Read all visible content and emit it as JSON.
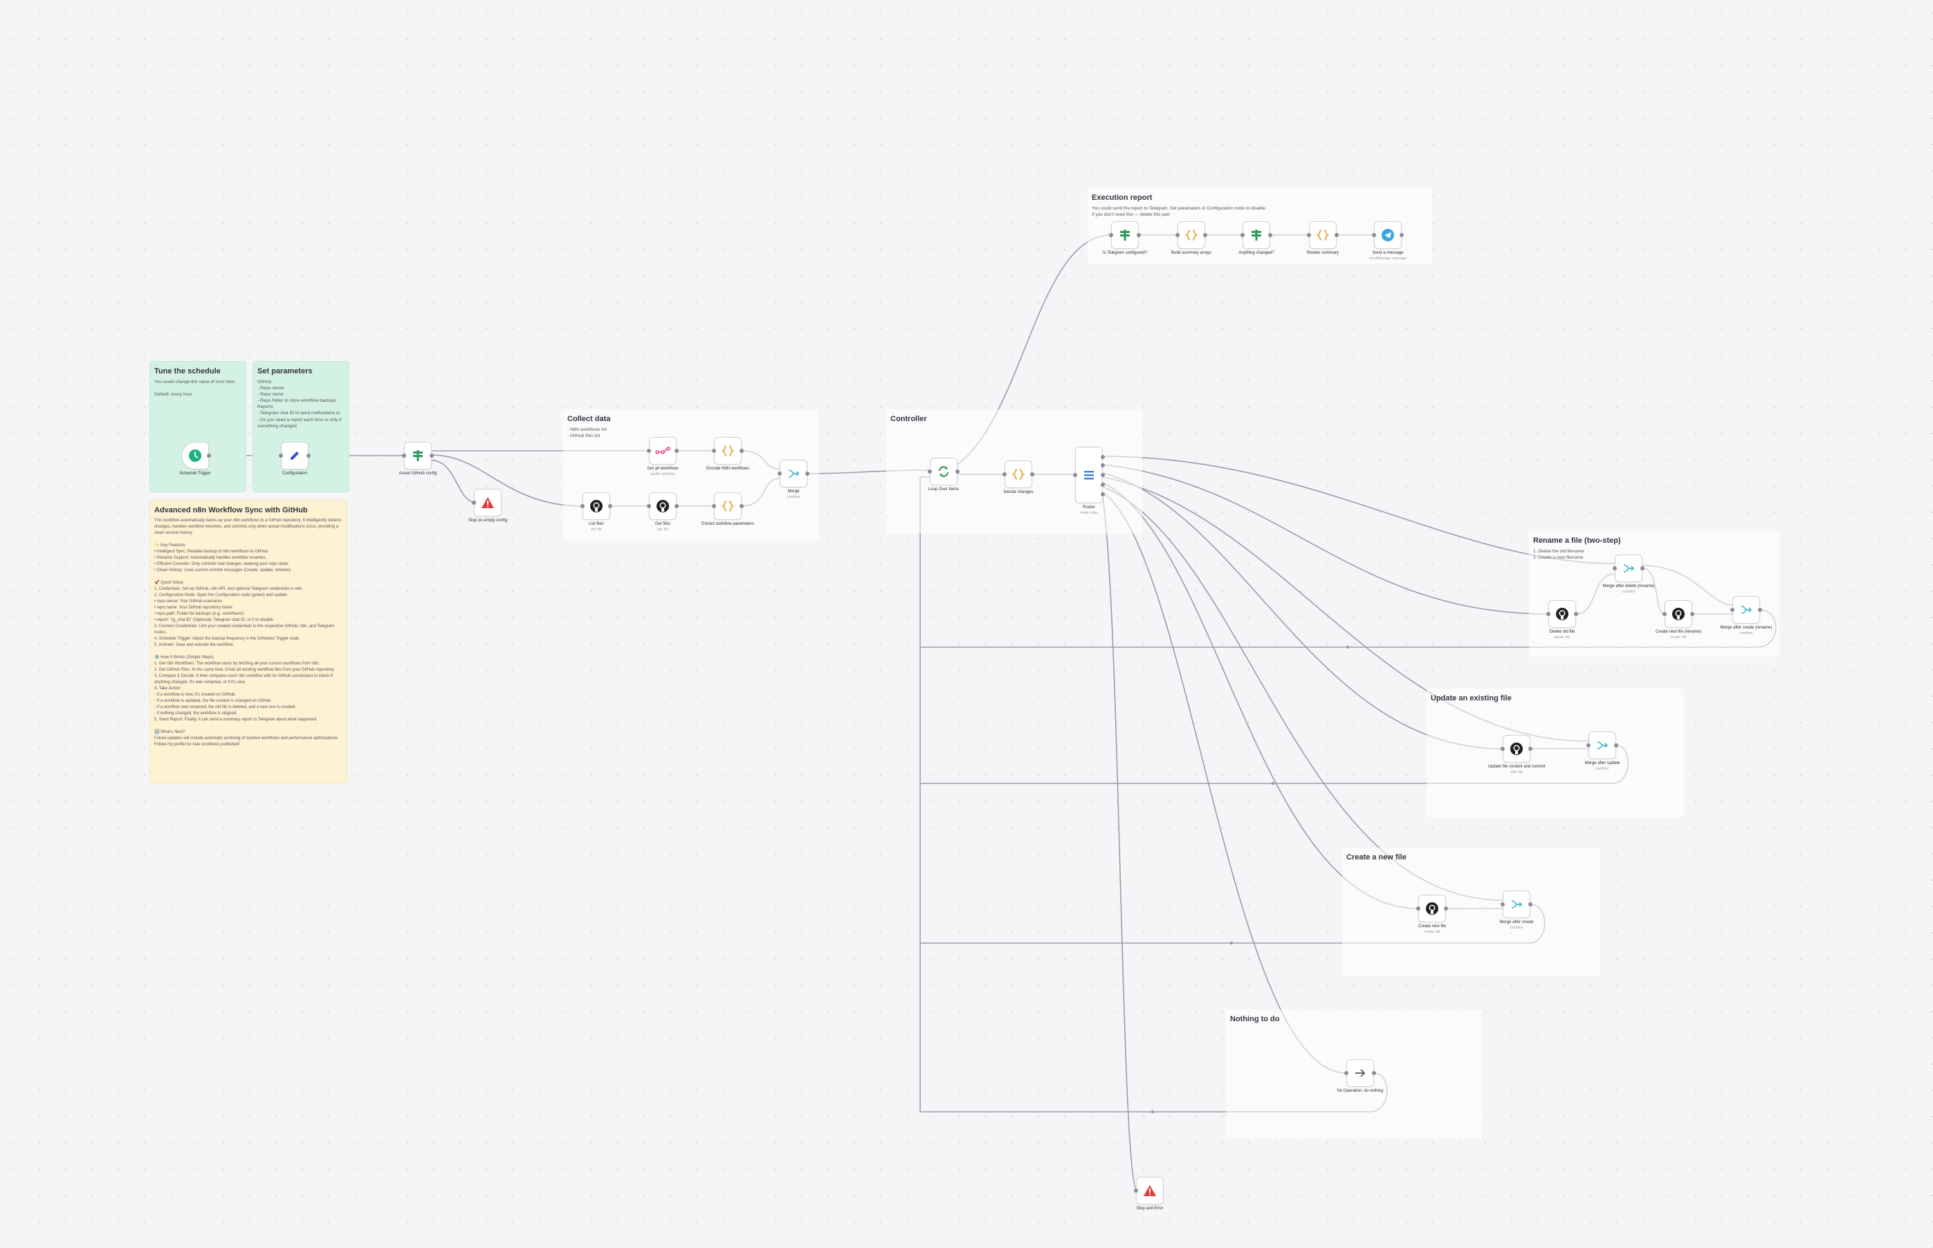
{
  "colors": {
    "canvas_bg": "#f5f5f8",
    "sticky_green": "#d3f2e3",
    "sticky_yellow": "#fdf2d2",
    "edge": "#9b9ba6",
    "node_border": "#cfcfd8",
    "trigger_green": "#20b07a",
    "edit_blue": "#3b53e0",
    "switch_green": "#2a9a5a",
    "code_orange": "#e3a335",
    "merge_teal": "#4fb7c7",
    "github_black": "#1f1f24",
    "error_red": "#e03a3a",
    "loop_green": "#2b8a52",
    "telegram_blue": "#33a6e0",
    "noop_gray": "#55555f",
    "encode_pink": "#e54c75"
  },
  "stickies": {
    "schedule": {
      "title": "Tune the schedule",
      "body": "You could change the value of cron here\n\nDefault: every hour"
    },
    "params": {
      "title": "Set parameters",
      "body": "GitHub\n - Repo owner\n - Repo name\n - Repo folder to store workflow backups\nReports\n - Telegram chat ID to send notifications to\n - Do you need a report each time or only if\n   something changed"
    },
    "collect": {
      "title": "Collect data",
      "body": " - N8N workflows list\n - GitHub files list"
    },
    "controller": {
      "title": "Controller",
      "body": ""
    },
    "report": {
      "title": "Execution report",
      "body": "You could send the report to Telegram. Set parameters in Configuration node to disable.\nIf you don't need this — delete this part"
    },
    "rename": {
      "title": "Rename a file (two-step)",
      "body": "1. Delete the old filename\n2. Create a new filename"
    },
    "update": {
      "title": "Update an existing file",
      "body": ""
    },
    "create": {
      "title": "Create a new file",
      "body": ""
    },
    "nothing": {
      "title": "Nothing to do",
      "body": ""
    },
    "about": {
      "title": "Advanced n8n Workflow Sync with GitHub",
      "body": "This workflow automatically backs up your n8n workflows to a GitHub repository. It intelligently detects changes, handles workflow renames, and commits only when actual modifications occur, providing a clean version history.\n\n✨ Key Features\n • Intelligent Sync: Reliable backup of n8n workflows to GitHub.\n • Rename Support: Automatically handles workflow renames.\n • Efficient Commits: Only commits real changes, keeping your repo clean.\n • Clean History: Uses custom commit messages (Create, update, rename).\n\n🚀 Quick Setup\n 1. Credentials: Set up GitHub, n8n API, and optional Telegram credentials in n8n.\n 2. Configuration Node: Open the Configuration node (green) and update:\n     • repo.owner: Your GitHub username\n     • repo.name: Your GitHub repository name\n     • repo.path: Folder for backups (e.g., workflows/)\n     • report: \"tg_chat ID\" (Optional): Telegram chat ID, or 0 to disable\n 3. Connect Credentials: Link your created credentials to the respective GitHub, n8n, and Telegram nodes.\n 4. Schedule Trigger: Adjust the backup frequency in the Schedule Trigger node.\n 5. Activate: Save and activate the workflow.\n\n⚙️ How It Works (Simple Steps)\n 1. Get n8n Workflows: The workflow starts by fetching all your current workflows from n8n.\n 2. Get GitHub Files: At the same time, it lists all existing workflow files from your GitHub repository.\n 3. Compare & Decide: It then compares each n8n workflow with its GitHub counterpart to check if anything changed. It's was renamed, or if it's new.\n 4. Take Action:\n     ◦ If a workflow is new, it's created on GitHub.\n     ◦ If a workflow is updated, the file content is changed on GitHub.\n     ◦ If a workflow was renamed, the old file is deleted, and a new one is created.\n     ◦ If nothing changed, the workflow is skipped.\n 5. Send Report: Finally, it can send a summary report to Telegram about what happened.\n\n🔜 What's Next?\nFuture updates will include automatic archiving of inactive workflows and performance optimizations. Follow my profile for new workflows published!"
    }
  },
  "nodes": {
    "schedule_trigger": {
      "label": "Schedule Trigger",
      "sub": "",
      "icon": "clock-icon"
    },
    "configuration": {
      "label": "Configuration",
      "sub": "",
      "icon": "pencil-icon"
    },
    "assert_config": {
      "label": "Assert GitHub config",
      "sub": "",
      "icon": "switch-icon"
    },
    "stop_empty": {
      "label": "Stop on empty config",
      "sub": "",
      "icon": "warning-icon"
    },
    "get_workflows": {
      "label": "Get all workflows",
      "sub": "getAll: workflow",
      "icon": "n8n-icon"
    },
    "encode_wf": {
      "label": "Encode N8N workflows",
      "sub": "",
      "icon": "code-icon"
    },
    "list_files": {
      "label": "List files",
      "sub": "list: file",
      "icon": "github-icon"
    },
    "get_files": {
      "label": "Get files",
      "sub": "get: file",
      "icon": "github-icon"
    },
    "extract_params": {
      "label": "Extract workflow parameters",
      "sub": "",
      "icon": "code-icon"
    },
    "merge": {
      "label": "Merge",
      "sub": "combine",
      "icon": "merge-icon"
    },
    "loop": {
      "label": "Loop Over Items",
      "sub": "",
      "icon": "loop-icon"
    },
    "decide": {
      "label": "Decide changes",
      "sub": "",
      "icon": "code-icon"
    },
    "router": {
      "label": "Router",
      "sub": "mode: rules",
      "icon": "router-icon"
    },
    "is_tg": {
      "label": "Is Telegram configured?",
      "sub": "",
      "icon": "switch-icon"
    },
    "build_summary": {
      "label": "Build summary arrays",
      "sub": "",
      "icon": "code-icon"
    },
    "anything_changed": {
      "label": "Anything changed?",
      "sub": "",
      "icon": "switch-icon"
    },
    "render_summary": {
      "label": "Render summary",
      "sub": "",
      "icon": "code-icon"
    },
    "send_message": {
      "label": "Send a message",
      "sub": "sendMessage: message",
      "icon": "telegram-icon"
    },
    "merge_delete": {
      "label": "Merge after delete (rename)",
      "sub": "combine",
      "icon": "merge-icon"
    },
    "delete_old": {
      "label": "Delete old file",
      "sub": "delete: file",
      "icon": "github-icon"
    },
    "create_renamed": {
      "label": "Create new file (rename)",
      "sub": "create: file",
      "icon": "github-icon"
    },
    "merge_create_rename": {
      "label": "Merge after create (rename)",
      "sub": "combine",
      "icon": "merge-icon"
    },
    "update_file": {
      "label": "Update file content and commit",
      "sub": "edit: file",
      "icon": "github-icon"
    },
    "merge_update": {
      "label": "Merge after update",
      "sub": "combine",
      "icon": "merge-icon"
    },
    "create_file": {
      "label": "Create new file",
      "sub": "create: file",
      "icon": "github-icon"
    },
    "merge_create": {
      "label": "Merge after create",
      "sub": "combine",
      "icon": "merge-icon"
    },
    "noop": {
      "label": "No Operation, do nothing",
      "sub": "",
      "icon": "arrow-right-icon"
    },
    "stop_error": {
      "label": "Stop and Error",
      "sub": "",
      "icon": "warning-icon"
    }
  }
}
